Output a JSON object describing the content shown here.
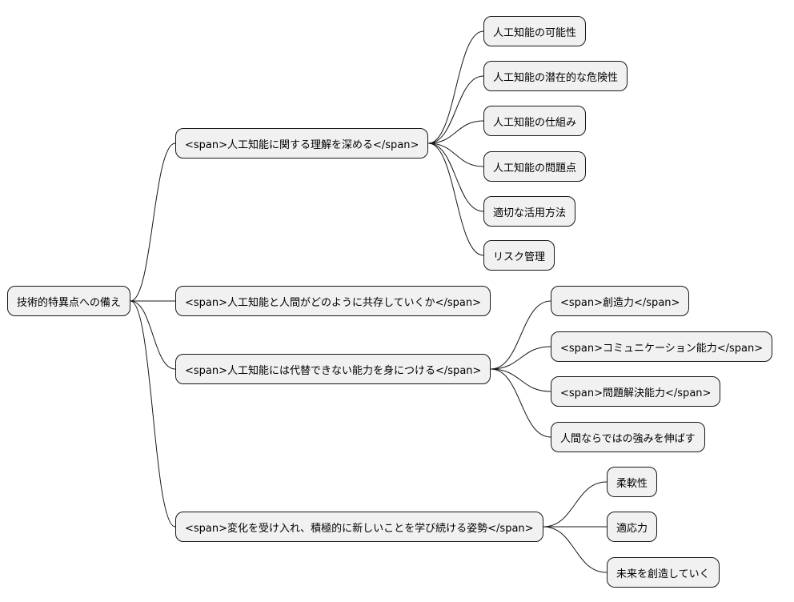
{
  "root": {
    "label": "技術的特異点への備え"
  },
  "branches": [
    {
      "label": "<span>人工知能に関する理解を深める</span>",
      "children": [
        "人工知能の可能性",
        "人工知能の潜在的な危険性",
        "人工知能の仕組み",
        "人工知能の問題点",
        "適切な活用方法",
        "リスク管理"
      ]
    },
    {
      "label": "<span>人工知能と人間がどのように共存していくか</span>",
      "children": []
    },
    {
      "label": "<span>人工知能には代替できない能力を身につける</span>",
      "children": [
        "<span>創造力</span>",
        "<span>コミュニケーション能力</span>",
        "<span>問題解決能力</span>",
        "人間ならではの強みを伸ばす"
      ]
    },
    {
      "label": "<span>変化を受け入れ、積極的に新しいことを学び続ける姿勢</span>",
      "children": [
        "柔軟性",
        "適応力",
        "未来を創造していく"
      ]
    }
  ],
  "colors": {
    "node_fill": "#f1f1f1",
    "node_border": "#181818",
    "edge": "#181818",
    "background": "#ffffff"
  }
}
